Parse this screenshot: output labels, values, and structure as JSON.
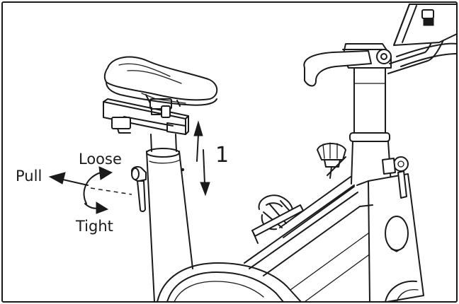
{
  "labels": {
    "pull": "Pull",
    "loose": "Loose",
    "tight": "Tight",
    "step_number": "1"
  },
  "colors": {
    "ink": "#1a1a1a",
    "background": "#ffffff"
  }
}
